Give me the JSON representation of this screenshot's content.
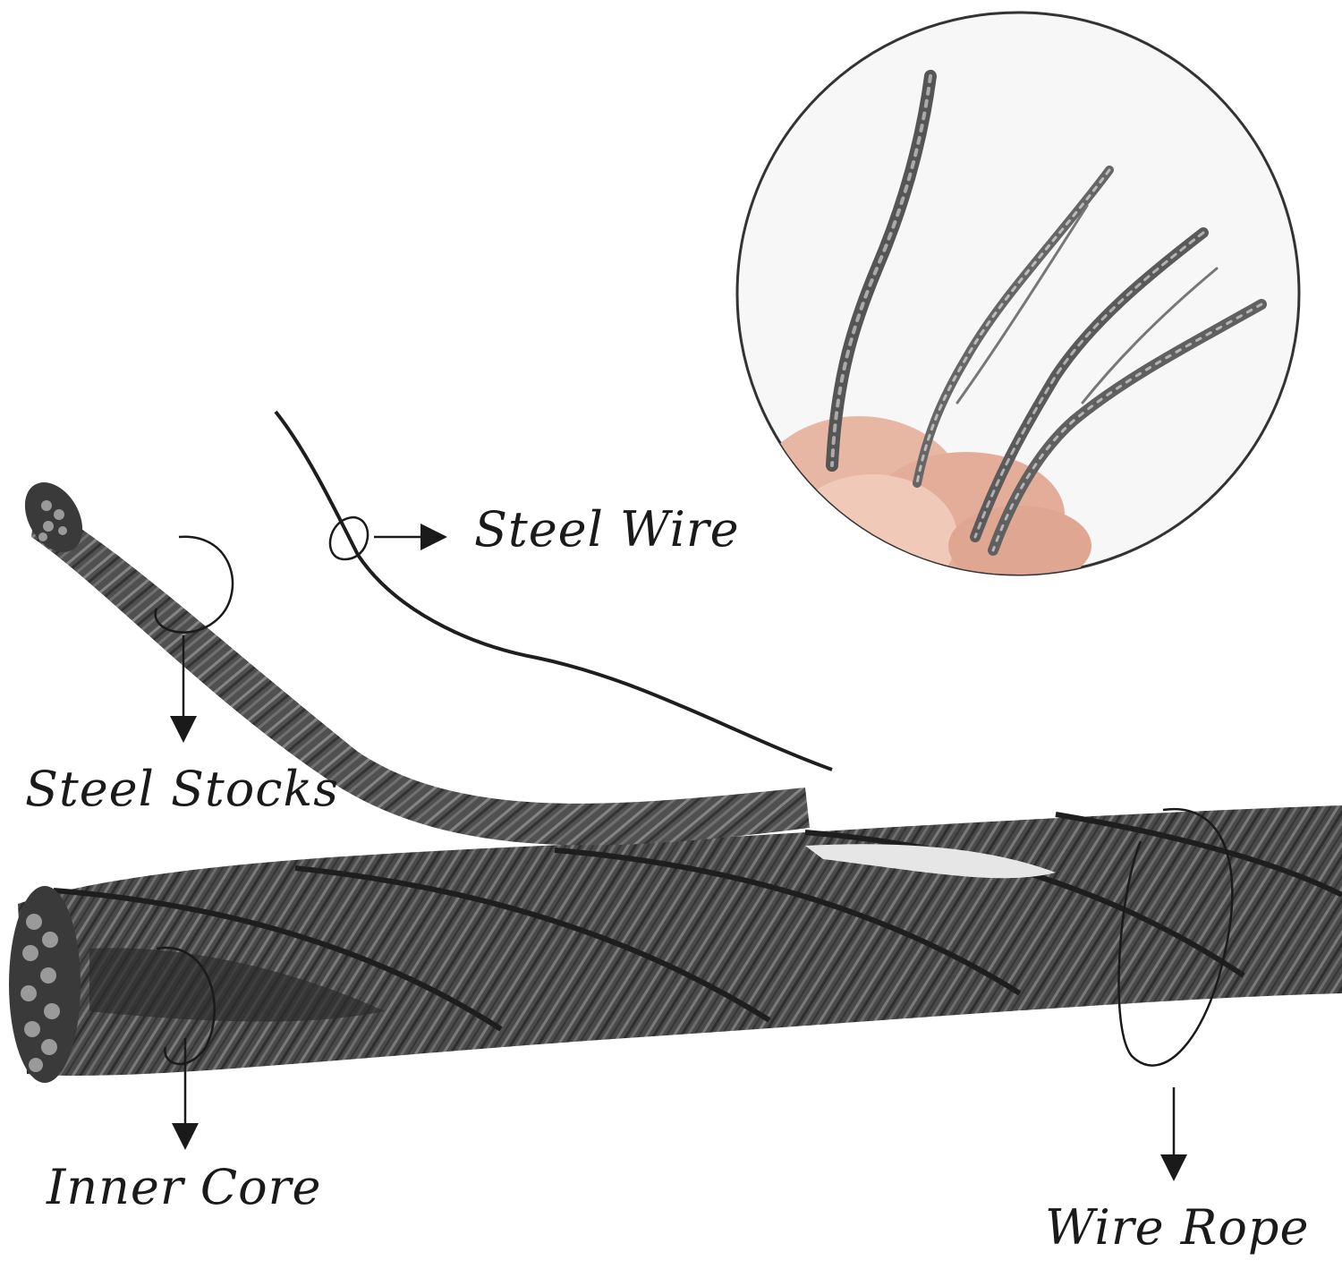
{
  "labels": {
    "steel_wire": "Steel Wire",
    "steel_stocks": "Steel Stocks",
    "inner_core": "Inner Core",
    "wire_rope": "Wire Rope"
  },
  "colors": {
    "background": "#ffffff",
    "rope_dark": "#3a3a3a",
    "rope_mid": "#5e5e5e",
    "rope_light": "#8a8a8a",
    "annotation_line": "#2a2a2a",
    "skin": "#e8b7a4"
  },
  "icons": {
    "inset": "magnified-strands-photo",
    "pointer": "arrow-pointer-icon"
  }
}
